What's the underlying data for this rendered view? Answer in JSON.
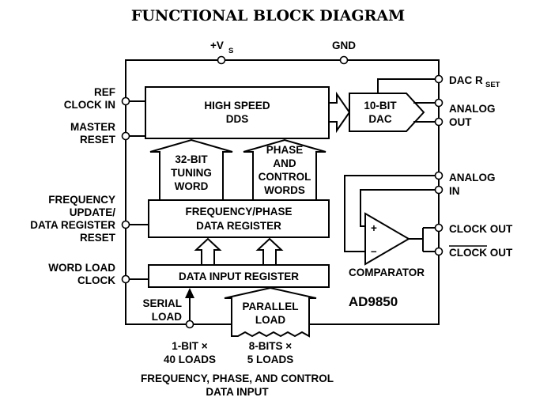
{
  "title": "FUNCTIONAL BLOCK DIAGRAM",
  "pins": {
    "vs": "+V",
    "vs_sub": "S",
    "gnd": "GND",
    "ref_clock_1": "REF",
    "ref_clock_2": "CLOCK IN",
    "master_reset_1": "MASTER",
    "master_reset_2": "RESET",
    "fq_update_1": "FREQUENCY",
    "fq_update_2": "UPDATE/",
    "fq_update_3": "DATA REGISTER",
    "fq_update_4": "RESET",
    "word_load_1": "WORD LOAD",
    "word_load_2": "CLOCK",
    "dac_rset": "DAC R",
    "dac_rset_sub": "SET",
    "analog_out_1": "ANALOG",
    "analog_out_2": "OUT",
    "analog_in_1": "ANALOG",
    "analog_in_2": "IN",
    "clock_out": "CLOCK OUT",
    "clock_out_bar": "CLOCK OUT"
  },
  "blocks": {
    "dds_1": "HIGH SPEED",
    "dds_2": "DDS",
    "dac_1": "10-BIT",
    "dac_2": "DAC",
    "tuning_1": "32-BIT",
    "tuning_2": "TUNING",
    "tuning_3": "WORD",
    "phase_1": "PHASE",
    "phase_2": "AND",
    "phase_3": "CONTROL",
    "phase_4": "WORDS",
    "freq_reg_1": "FREQUENCY/PHASE",
    "freq_reg_2": "DATA REGISTER",
    "data_input_reg": "DATA INPUT REGISTER",
    "serial_1": "SERIAL",
    "serial_2": "LOAD",
    "parallel_1": "PARALLEL",
    "parallel_2": "LOAD",
    "comparator": "COMPARATOR",
    "comp_plus": "+",
    "comp_minus": "–",
    "part_number": "AD9850"
  },
  "footer": {
    "one_bit_1": "1-BIT ×",
    "one_bit_2": "40 LOADS",
    "eight_bit_1": "8-BITS ×",
    "eight_bit_2": "5 LOADS",
    "data_input_1": "FREQUENCY, PHASE, AND CONTROL",
    "data_input_2": "DATA INPUT"
  }
}
